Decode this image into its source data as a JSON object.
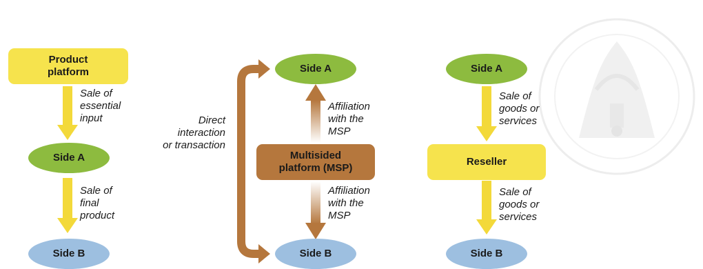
{
  "column1": {
    "product_platform": "Product\nplatform",
    "label_top": "Sale of\nessential\ninput",
    "side_a": "Side A",
    "label_bottom": "Sale of\nfinal\nproduct",
    "side_b": "Side B"
  },
  "column2": {
    "side_a": "Side A",
    "label_top": "Affiliation\nwith the\nMSP",
    "msp": "Multisided\nplatform (MSP)",
    "label_bottom": "Affiliation\nwith the\nMSP",
    "side_b": "Side B",
    "direct_label": "Direct\ninteraction\nor transaction"
  },
  "column3": {
    "side_a": "Side A",
    "label_top": "Sale of\ngoods or\nservices",
    "reseller": "Reseller",
    "label_bottom": "Sale of\ngoods or\nservices",
    "side_b": "Side B"
  },
  "colors": {
    "yellow": "#f6e34d",
    "green": "#8dbb3f",
    "blue": "#9dbfe0",
    "brown": "#b5773d"
  }
}
